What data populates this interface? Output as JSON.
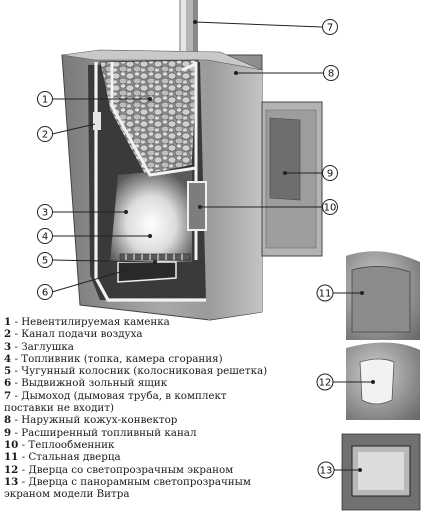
{
  "callouts": [
    "1",
    "2",
    "3",
    "4",
    "5",
    "6",
    "7",
    "8",
    "9",
    "10",
    "11",
    "12",
    "13"
  ],
  "legend": [
    {
      "num": "1",
      "text": " - Невентилируемая каменка"
    },
    {
      "num": "2",
      "text": " - Канал подачи воздуха"
    },
    {
      "num": "3",
      "text": " - Заглушка"
    },
    {
      "num": "4",
      "text": " - Топливник (топка, камера сгорания)"
    },
    {
      "num": "5",
      "text": " - Чугунный колосник (колосниковая решетка)"
    },
    {
      "num": "6",
      "text": " - Выдвижной зольный ящик"
    },
    {
      "num": "7",
      "text": " - Дымоход (дымовая труба, в комплект поставки не входит)"
    },
    {
      "num": "8",
      "text": " - Наружный кожух-конвектор"
    },
    {
      "num": "9",
      "text": " - Расширенный топливный канал"
    },
    {
      "num": "10",
      "text": " - Теплообменник"
    },
    {
      "num": "11",
      "text": " - Стальная дверца"
    },
    {
      "num": "12",
      "text": " - Дверца со светопрозрачным экраном"
    },
    {
      "num": "13",
      "text": " - Дверца с панорамным светопрозрачным экраном модели Витра"
    }
  ]
}
